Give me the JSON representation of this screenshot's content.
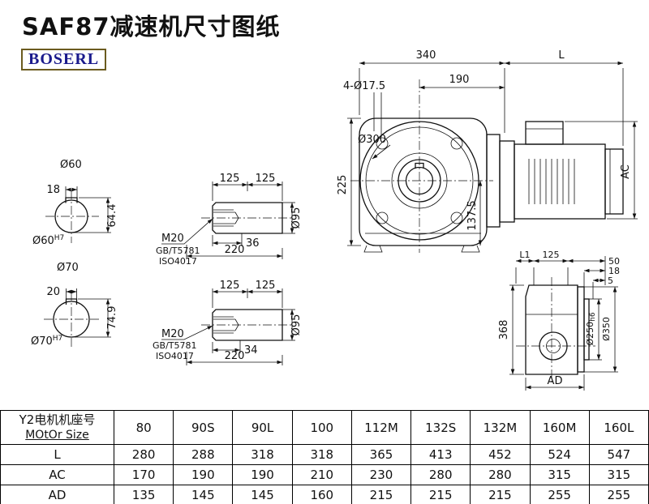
{
  "header": {
    "title": "SAF87减速机尺寸图纸",
    "brand": "BOSERL",
    "brand_color": "#1a1a8c"
  },
  "shaft60": {
    "dia": "Ø60",
    "key_width": "18",
    "key_height": "64.4",
    "bore": "Ø60",
    "bore_tol": "H7"
  },
  "shaft70": {
    "dia": "Ø70",
    "key_width": "20",
    "key_height": "74.9",
    "bore": "Ø70",
    "bore_tol": "H7"
  },
  "profile_top": {
    "len1": "125",
    "len2": "125",
    "thread": "M20",
    "std1": "GB/T5781",
    "std2": "ISO4017",
    "depth": "36",
    "total": "220",
    "dia": "Ø95"
  },
  "profile_bottom": {
    "len1": "125",
    "len2": "125",
    "thread": "M20",
    "std1": "GB/T5781",
    "std2": "ISO4017",
    "depth": "34",
    "total": "220",
    "dia": "Ø95"
  },
  "main_view": {
    "width": "340",
    "motor_len": "L",
    "center_to_face": "190",
    "holes": "4-Ø17.5",
    "flange_dia": "Ø300",
    "height": "225",
    "center_to_base": "137.5",
    "motor_height": "AC"
  },
  "side_view": {
    "l1": "L1",
    "len125": "125",
    "d50": "50",
    "d18": "18",
    "d5": "5",
    "height": "368",
    "spigot": "Ø250",
    "spigot_tol": "h6",
    "flange": "Ø350",
    "depth": "AD"
  },
  "table": {
    "header_cn": "Y2电机机座号",
    "header_en": "MOtOr Size",
    "columns": [
      "80",
      "90S",
      "90L",
      "100",
      "112M",
      "132S",
      "132M",
      "160M",
      "160L"
    ],
    "rows": [
      {
        "label": "L",
        "values": [
          "280",
          "288",
          "318",
          "318",
          "365",
          "413",
          "452",
          "524",
          "547"
        ]
      },
      {
        "label": "AC",
        "values": [
          "170",
          "190",
          "190",
          "210",
          "230",
          "280",
          "280",
          "315",
          "315"
        ]
      },
      {
        "label": "AD",
        "values": [
          "135",
          "145",
          "145",
          "160",
          "215",
          "215",
          "215",
          "255",
          "255"
        ]
      }
    ]
  }
}
